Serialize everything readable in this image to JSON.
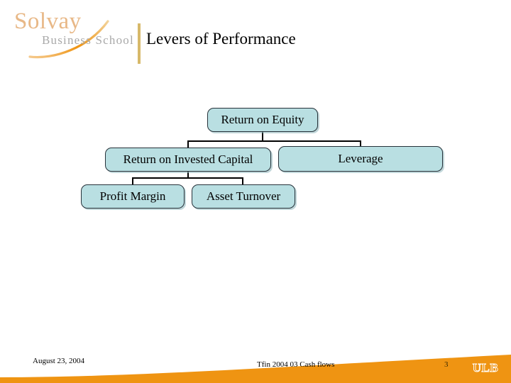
{
  "slide": {
    "title": "Levers of Performance",
    "background_color": "#ffffff"
  },
  "logo": {
    "brand": "Solvay",
    "subtitle": "Business School",
    "brand_color": "#e8b887",
    "subtitle_color": "#a9a9a9",
    "swoosh_color": "#e8981e",
    "title_bar_color": "#d7b96a"
  },
  "chart_data": {
    "type": "diagram",
    "title": "Levers of Performance",
    "node_fill": "#b9dfe2",
    "node_border": "#27323a",
    "nodes": [
      {
        "id": "roe",
        "label": "Return on Equity",
        "level": 0
      },
      {
        "id": "roic",
        "label": "Return on Invested Capital",
        "level": 1
      },
      {
        "id": "leverage",
        "label": "Leverage",
        "level": 1
      },
      {
        "id": "pm",
        "label": "Profit Margin",
        "level": 2
      },
      {
        "id": "at",
        "label": "Asset Turnover",
        "level": 2
      }
    ],
    "edges": [
      {
        "from": "roe",
        "to": "roic"
      },
      {
        "from": "roe",
        "to": "leverage"
      },
      {
        "from": "roic",
        "to": "pm"
      },
      {
        "from": "roic",
        "to": "at"
      }
    ]
  },
  "footer": {
    "date": "August 23, 2004",
    "deck_name": "Tfin 2004 03 Cash flows",
    "page_number": "3",
    "institution": "ULB",
    "band_color": "#ef9412"
  }
}
